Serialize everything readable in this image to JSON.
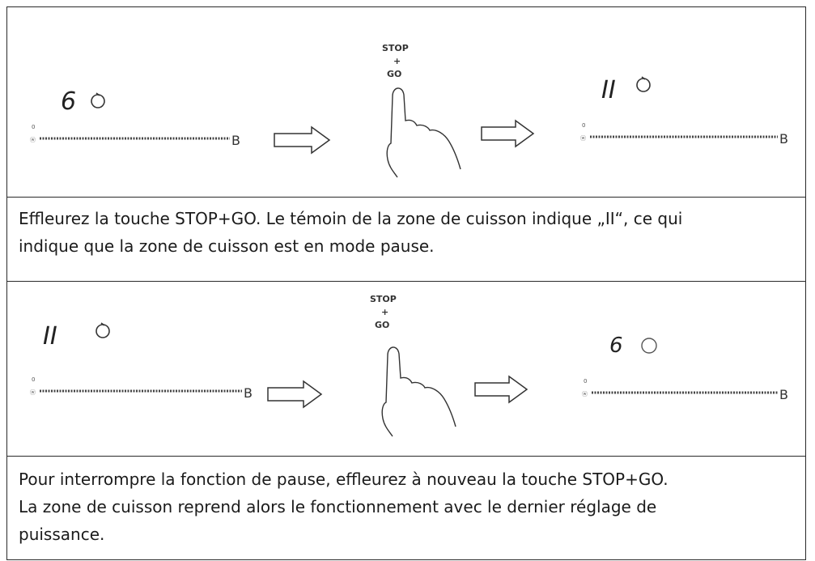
{
  "steps": [
    {
      "before_display": "6",
      "after_display": "II",
      "button_top": "STOP",
      "button_plus": "+",
      "button_bottom": "GO",
      "slider_min": "0",
      "slider_max": "B",
      "caption_lines": [
        "Effleurez la touche STOP+GO. Le témoin de la zone de cuisson indique „II“, ce qui",
        "indique que la zone de cuisson est en mode pause."
      ]
    },
    {
      "before_display": "II",
      "after_display": "6",
      "button_top": "STOP",
      "button_plus": "+",
      "button_bottom": "GO",
      "slider_min": "0",
      "slider_max": "B",
      "caption_lines": [
        "Pour interrompre la fonction de pause, effleurez à nouveau la touche STOP+GO.",
        "La zone de cuisson reprend alors le fonctionnement avec le dernier réglage de",
        "puissance."
      ]
    }
  ],
  "icons": {
    "arrow": "right-arrow-outline-icon",
    "hand": "pointing-finger-icon",
    "power": "power-circle-icon"
  }
}
